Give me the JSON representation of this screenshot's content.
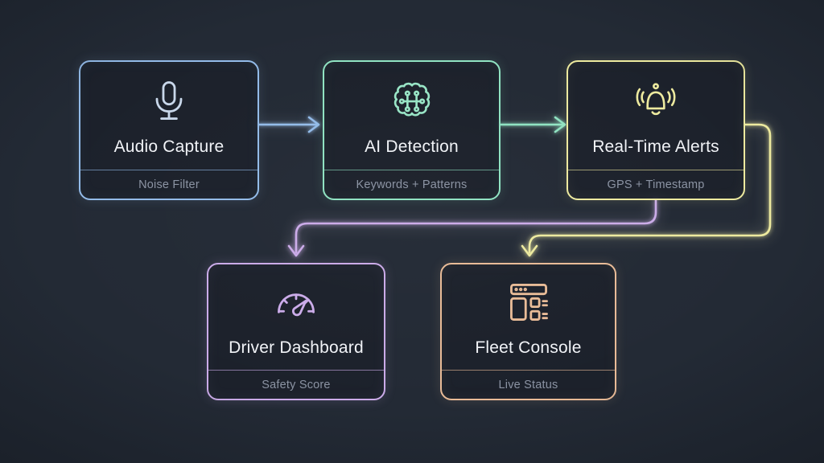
{
  "diagram": {
    "background_color": "#232a35",
    "nodes": [
      {
        "id": "audio-capture",
        "title": "Audio Capture",
        "subtitle": "Noise Filter",
        "icon": "microphone-icon",
        "accent_color": "#93bbe9",
        "icon_color": "#c8d7ea"
      },
      {
        "id": "ai-detection",
        "title": "AI Detection",
        "subtitle": "Keywords + Patterns",
        "icon": "brain-circuit-icon",
        "accent_color": "#8fe3c2",
        "icon_color": "#98e5c6"
      },
      {
        "id": "real-time-alerts",
        "title": "Real-Time Alerts",
        "subtitle": "GPS + Timestamp",
        "icon": "bell-alert-icon",
        "accent_color": "#edea9f",
        "icon_color": "#edea9f"
      },
      {
        "id": "driver-dashboard",
        "title": "Driver Dashboard",
        "subtitle": "Safety Score",
        "icon": "gauge-icon",
        "accent_color": "#cbabe9",
        "icon_color": "#cbabe9"
      },
      {
        "id": "fleet-console",
        "title": "Fleet Console",
        "subtitle": "Live Status",
        "icon": "console-window-icon",
        "accent_color": "#e9bb97",
        "icon_color": "#e9bb97"
      }
    ],
    "edges": [
      {
        "from": "audio-capture",
        "to": "ai-detection",
        "color": "#93bbe9"
      },
      {
        "from": "ai-detection",
        "to": "real-time-alerts",
        "color": "#8fe3c2"
      },
      {
        "from": "real-time-alerts",
        "to": "driver-dashboard",
        "color": "#cbabe9"
      },
      {
        "from": "real-time-alerts",
        "to": "fleet-console",
        "color": "#edea9f"
      }
    ]
  }
}
